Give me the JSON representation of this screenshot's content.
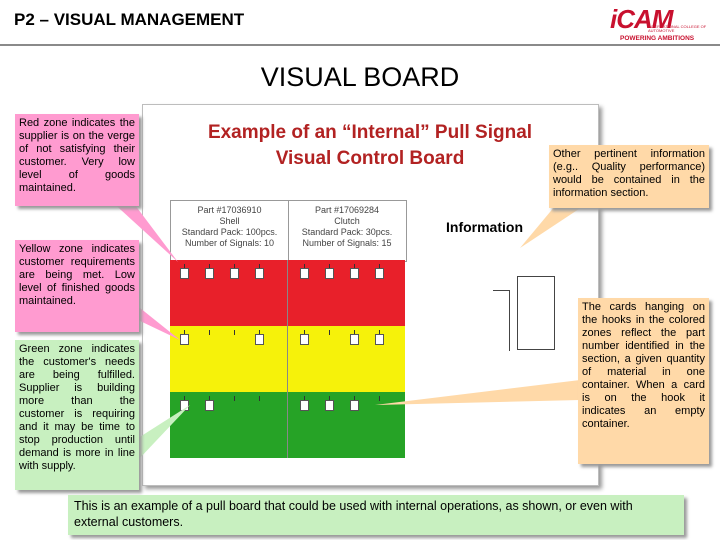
{
  "header": {
    "title": "P2 – VISUAL MANAGEMENT",
    "logo_text": "iCAM",
    "logo_small": "INTERNATIONAL COLLEGE OF AUTOMOTIVE",
    "logo_tagline": "POWERING AMBITIONS"
  },
  "main_title": "VISUAL BOARD",
  "board": {
    "title_line1": "Example of an “Internal” Pull Signal",
    "title_line2": "Visual Control Board",
    "parts": [
      {
        "line1": "Part #17036910",
        "line2": "Shell",
        "line3": "Standard Pack: 100pcs.",
        "line4": "Number of Signals: 10"
      },
      {
        "line1": "Part #17069284",
        "line2": "Clutch",
        "line3": "Standard Pack: 30pcs.",
        "line4": "Number of Signals: 15"
      }
    ],
    "information_label": "Information"
  },
  "callouts": {
    "red_zone": "Red zone indicates the supplier is on the verge of not satisfying their customer. Very low level of goods maintained.",
    "yellow_zone": "Yellow zone indicates customer requirements are being met. Low level of finished goods maintained.",
    "green_zone": "Green zone indicates the customer's needs are being fulfilled. Supplier is building more than the customer is requiring and it may be time to stop production until demand is more in line with supply.",
    "information": "Other pertinent information (e.g.. Quality performance) would be contained in the information section.",
    "cards": "The cards hanging on the hooks in the colored zones reflect the part number identified in the section, a given quantity of material in one container. When a card is on the hook it indicates an empty container."
  },
  "footer_note": "This is an example of a pull board that could be used with internal operations, as shown, or even with external customers.",
  "colors": {
    "red_zone": "#e8202a",
    "yellow_zone": "#f6f20a",
    "green_zone": "#26a326",
    "callout_pink": "#ff9bd0",
    "callout_green": "#c8f0c0",
    "callout_peach": "#ffd9a8",
    "board_title": "#b22222",
    "logo": "#c8102e"
  }
}
